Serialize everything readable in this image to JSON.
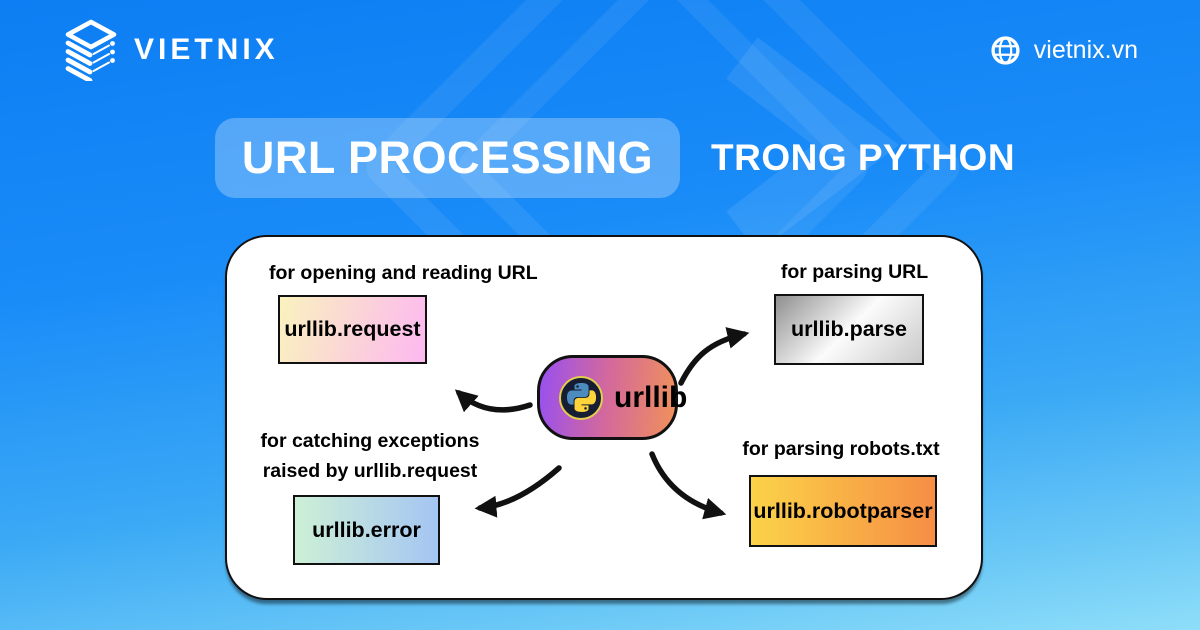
{
  "brand": {
    "name": "VIETNIX",
    "website": "vietnix.vn"
  },
  "title": {
    "highlight": "URL PROCESSING",
    "suffix": "TRONG PYTHON"
  },
  "diagram": {
    "center": {
      "label": "urllib",
      "icon": "python-logo"
    },
    "nodes": [
      {
        "id": "request",
        "description": "for opening and reading URL",
        "label": "urllib.request",
        "gradient": [
          "#FAF2BE",
          "#FCB8F0"
        ]
      },
      {
        "id": "parse",
        "description": "for parsing URL",
        "label": "urllib.parse",
        "gradient": [
          "#8F8F8F",
          "#FBFBFB",
          "#C9C9C9"
        ]
      },
      {
        "id": "error",
        "description_lines": [
          "for catching exceptions",
          "raised by urllib.request"
        ],
        "label": "urllib.error",
        "gradient": [
          "#CDF0D6",
          "#A5C5F3"
        ]
      },
      {
        "id": "robotparser",
        "description": "for parsing robots.txt",
        "label": "urllib.robotparser",
        "gradient": [
          "#FBD348",
          "#F68E45"
        ]
      }
    ]
  },
  "colors": {
    "background_top": "#0D7EF3",
    "background_bottom": "#8EDEF9",
    "title_badge_overlay": "#51AEF9",
    "card_background": "#FFFFFF",
    "node_gradient": [
      "#9850F0",
      "#D4699B",
      "#F0915A"
    ],
    "arrow": "#111111",
    "text_dark": "#000000",
    "text_light": "#FFFFFF",
    "python_blue": "#4B8BBE",
    "python_yellow": "#FFD43B"
  },
  "icons": {
    "logo": "server-stack",
    "header_right": "globe",
    "center_node": "python-logo"
  }
}
